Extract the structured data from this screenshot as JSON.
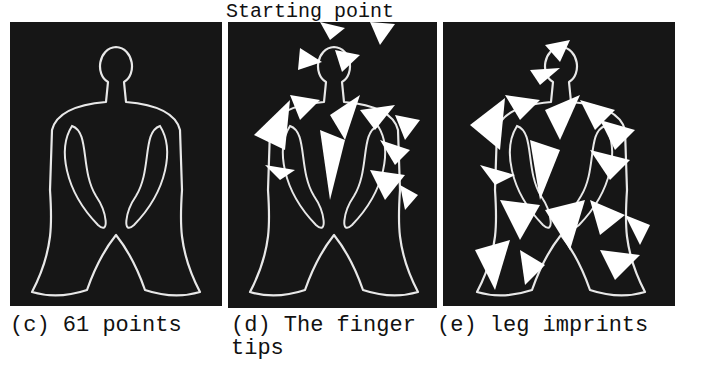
{
  "diagram": {
    "labels": [
      "Starting point",
      "(c) 61 points",
      "(d) The finger tips",
      "(e) leg imprints"
    ]
  }
}
